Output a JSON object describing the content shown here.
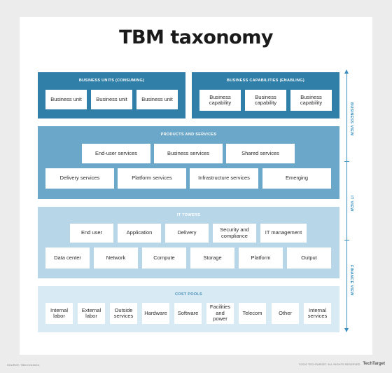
{
  "title": "TBM taxonomy",
  "business_units": {
    "header": "BUSINESS UNITS (CONSUMING)",
    "items": [
      "Business unit",
      "Business unit",
      "Business unit"
    ]
  },
  "business_capabilities": {
    "header": "BUSINESS CAPABILITIES (ENABLING)",
    "items": [
      "Business capability",
      "Business capability",
      "Business capability"
    ]
  },
  "products_services": {
    "header": "PRODUCTS AND SERVICES",
    "row1": [
      "End-user services",
      "Business services",
      "Shared services"
    ],
    "row2": [
      "Delivery services",
      "Platform services",
      "Infrastructure services",
      "Emerging"
    ]
  },
  "it_towers": {
    "header": "IT TOWERS",
    "row1": [
      "End user",
      "Application",
      "Delivery",
      "Security and compliance",
      "IT management"
    ],
    "row2": [
      "Data center",
      "Network",
      "Compute",
      "Storage",
      "Platform",
      "Output"
    ]
  },
  "cost_pools": {
    "header": "COST POOLS",
    "items": [
      "Internal labor",
      "External labor",
      "Outside services",
      "Hardware",
      "Software",
      "Facilities and power",
      "Telecom",
      "Other",
      "Internal services"
    ]
  },
  "views": {
    "business": "BUSINESS VIEW",
    "it": "IT VIEW",
    "finance": "FINANCE VIEW"
  },
  "footer": {
    "left": "SOURCE: TBM COUNCIL",
    "right": "©2022 TECHTARGET. ALL RIGHTS RESERVED",
    "brand": "TechTarget"
  },
  "colors": {
    "dark_band": "#2f7fa8",
    "mid_band": "#6aa7c8",
    "light_band": "#b7d6e8",
    "pale_band": "#d8eaf4",
    "accent": "#3a8fc0"
  }
}
